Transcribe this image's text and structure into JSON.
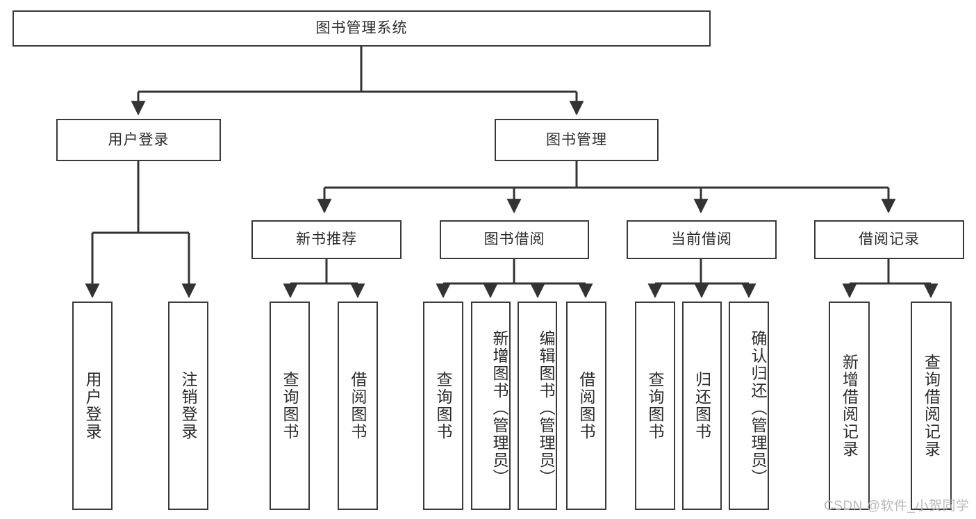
{
  "diagram": {
    "title": "图书管理系统",
    "type": "tree-hierarchy",
    "watermark": "CSDN @软件_小贺同学",
    "colors": {
      "background": "#ffffff",
      "box_border": "#3a3a3a",
      "box_fill": "#ffffff",
      "text": "#2b2b2b",
      "edge": "#333333",
      "watermark": "#b9b9b9"
    },
    "root": {
      "label": "图书管理系统"
    },
    "level2": [
      {
        "label": "用户登录"
      },
      {
        "label": "图书管理"
      }
    ],
    "level3": [
      {
        "label": "新书推荐"
      },
      {
        "label": "图书借阅"
      },
      {
        "label": "当前借阅"
      },
      {
        "label": "借阅记录"
      }
    ],
    "leaves": {
      "user_login": [
        {
          "label": "用户登录"
        },
        {
          "label": "注销登录"
        }
      ],
      "new_book_recommend": [
        {
          "label": "查询图书"
        },
        {
          "label": "借阅图书"
        }
      ],
      "book_borrow": [
        {
          "label": "查询图书"
        },
        {
          "label": "新增图书（管理员）"
        },
        {
          "label": "编辑图书（管理员）"
        },
        {
          "label": "借阅图书"
        }
      ],
      "current_borrow": [
        {
          "label": "查询图书"
        },
        {
          "label": "归还图书"
        },
        {
          "label": "确认归还（管理员）"
        }
      ],
      "borrow_record": [
        {
          "label": "新增借阅记录"
        },
        {
          "label": "查询借阅记录"
        }
      ]
    }
  }
}
